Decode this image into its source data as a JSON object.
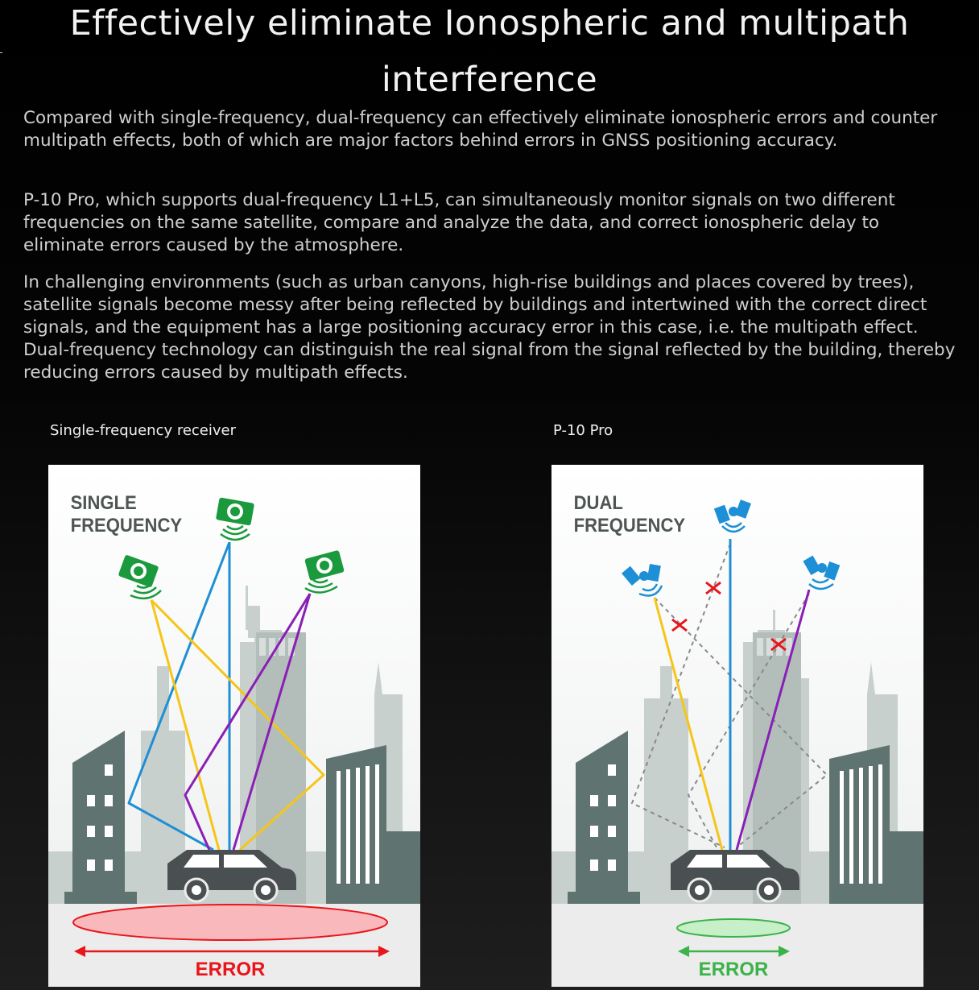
{
  "heading": "Effectively eliminate Ionospheric and multipath interference",
  "paragraphs": [
    "Compared with single-frequency, dual-frequency can effectively eliminate ionospheric errors and counter multipath effects, both of which are major factors behind errors in GNSS positioning accuracy.",
    "P-10 Pro, which supports dual-frequency L1+L5, can simultaneously monitor signals on two different frequencies on the same satellite, compare and analyze the data, and correct ionospheric delay to eliminate errors caused by the atmosphere.",
    "In challenging environments (such as urban canyons, high-rise buildings and places covered by trees), satellite signals become messy after being reflected by buildings and intertwined with the correct direct signals, and the equipment has a large positioning accuracy error in this case, i.e. the multipath effect. Dual-frequency technology can distinguish the real signal from the signal reflected by the building, thereby reducing errors caused by multipath effects."
  ],
  "comparison": [
    {
      "caption": "Single-frequency receiver",
      "panel_line1": "SINGLE",
      "panel_line2": "FREQUENCY",
      "error_label": "ERROR",
      "satellite_color": "#1a9a3c",
      "error_color": "#e8151b"
    },
    {
      "caption": "P-10 Pro",
      "panel_line1": "DUAL",
      "panel_line2": "FREQUENCY",
      "error_label": "ERROR",
      "satellite_color": "#1c8fd6",
      "error_color": "#3bb34a"
    }
  ],
  "signal_colors": {
    "blue": "#1f8fd3",
    "yellow": "#f5c518",
    "purple": "#8a1fb5",
    "blocked": "#e8151b"
  }
}
